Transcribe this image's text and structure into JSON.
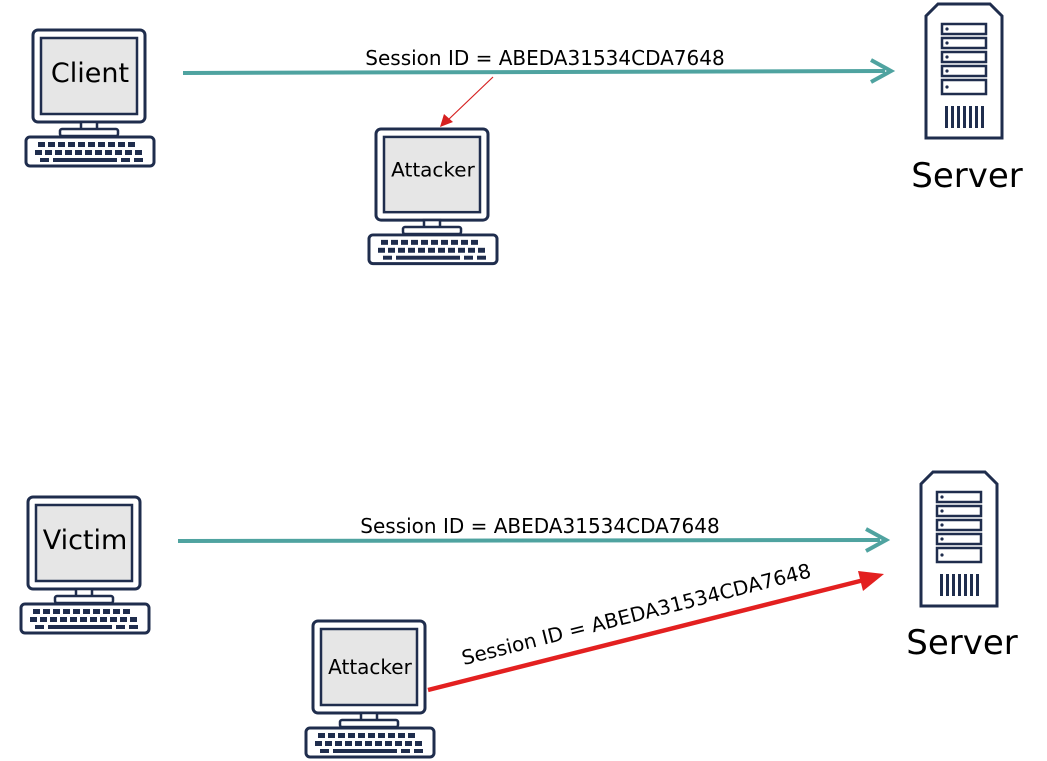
{
  "top_scene": {
    "client_label": "Client",
    "attacker_label": "Attacker",
    "server_label": "Server",
    "session_label": "Session ID = ABEDA31534CDA7648"
  },
  "bottom_scene": {
    "victim_label": "Victim",
    "attacker_label": "Attacker",
    "server_label": "Server",
    "session_label_victim": "Session ID = ABEDA31534CDA7648",
    "session_label_attacker": "Session ID = ABEDA31534CDA7648"
  },
  "colors": {
    "outline": "#1f2d4d",
    "screen": "#e6e6e6",
    "legit_arrow": "#4fa3a0",
    "attack_arrow": "#e32020",
    "leak_arrow": "#d62020"
  },
  "icons": {
    "computer": "computer-icon",
    "server": "server-icon"
  }
}
